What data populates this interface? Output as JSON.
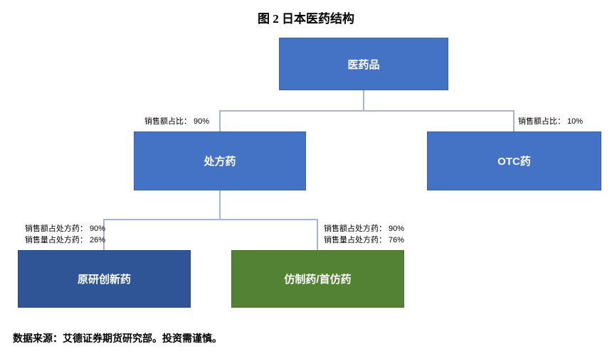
{
  "title": "图 2  日本医药结构",
  "footer": "数据来源：艾德证券期货研究部。投资需谨慎。",
  "colors": {
    "box_blue": "#4472C4",
    "box_blue_border": "#3763AE",
    "box_dark_blue": "#2F5597",
    "box_dark_blue_border": "#24447D",
    "box_green": "#548235",
    "box_green_border": "#46702C",
    "connector": "#A6B4D6"
  },
  "nodes": {
    "root": {
      "label": "医药品"
    },
    "prescription": {
      "label": "处方药"
    },
    "otc": {
      "label": "OTC药"
    },
    "innovative": {
      "label": "原研创新药"
    },
    "generic": {
      "label": "仿制药/首仿药"
    }
  },
  "edge_labels": {
    "to_prescription": "销售额占比： 90%",
    "to_otc": "销售额占比： 10%",
    "to_innovative_line1": "销售额占处方药： 90%",
    "to_innovative_line2": "销售量占处方药： 26%",
    "to_generic_line1": "销售额占处方药： 90%",
    "to_generic_line2": "销售量占处方药： 76%"
  }
}
